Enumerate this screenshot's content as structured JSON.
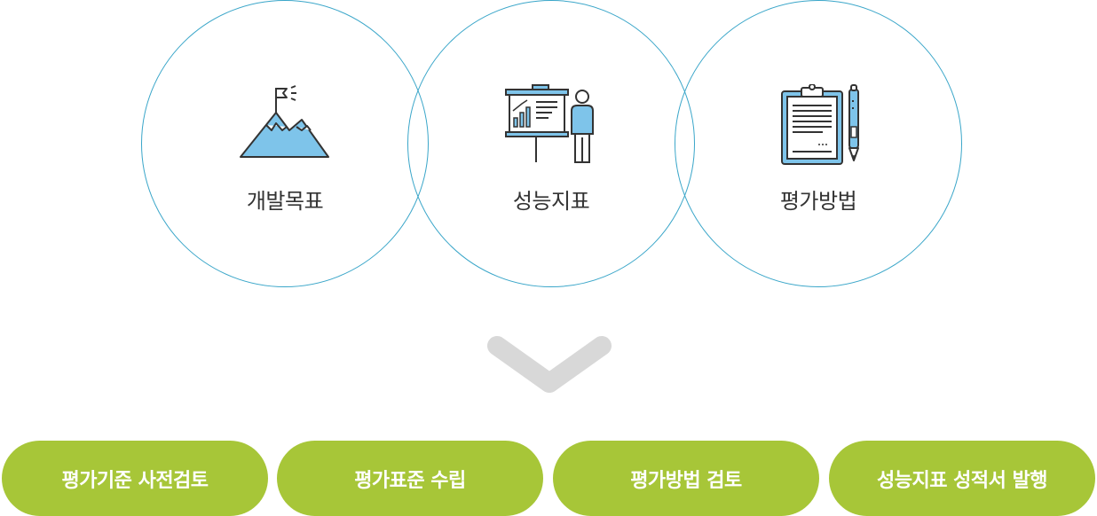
{
  "circles": [
    {
      "label": "개발목표",
      "icon": "mountain-flag-icon"
    },
    {
      "label": "성능지표",
      "icon": "presentation-board-icon"
    },
    {
      "label": "평가방법",
      "icon": "clipboard-pen-icon"
    }
  ],
  "arrow_icon": "chevron-down-icon",
  "steps": [
    {
      "label": "평가기준 사전검토"
    },
    {
      "label": "평가표준 수립"
    },
    {
      "label": "평가방법 검토"
    },
    {
      "label": "성능지표 성적서 발행"
    }
  ],
  "colors": {
    "circle_border": "#3aa6c9",
    "icon_fill": "#7ec4ea",
    "pill": "#a7c638",
    "chevron": "#d8d8d8",
    "text": "#333333"
  }
}
